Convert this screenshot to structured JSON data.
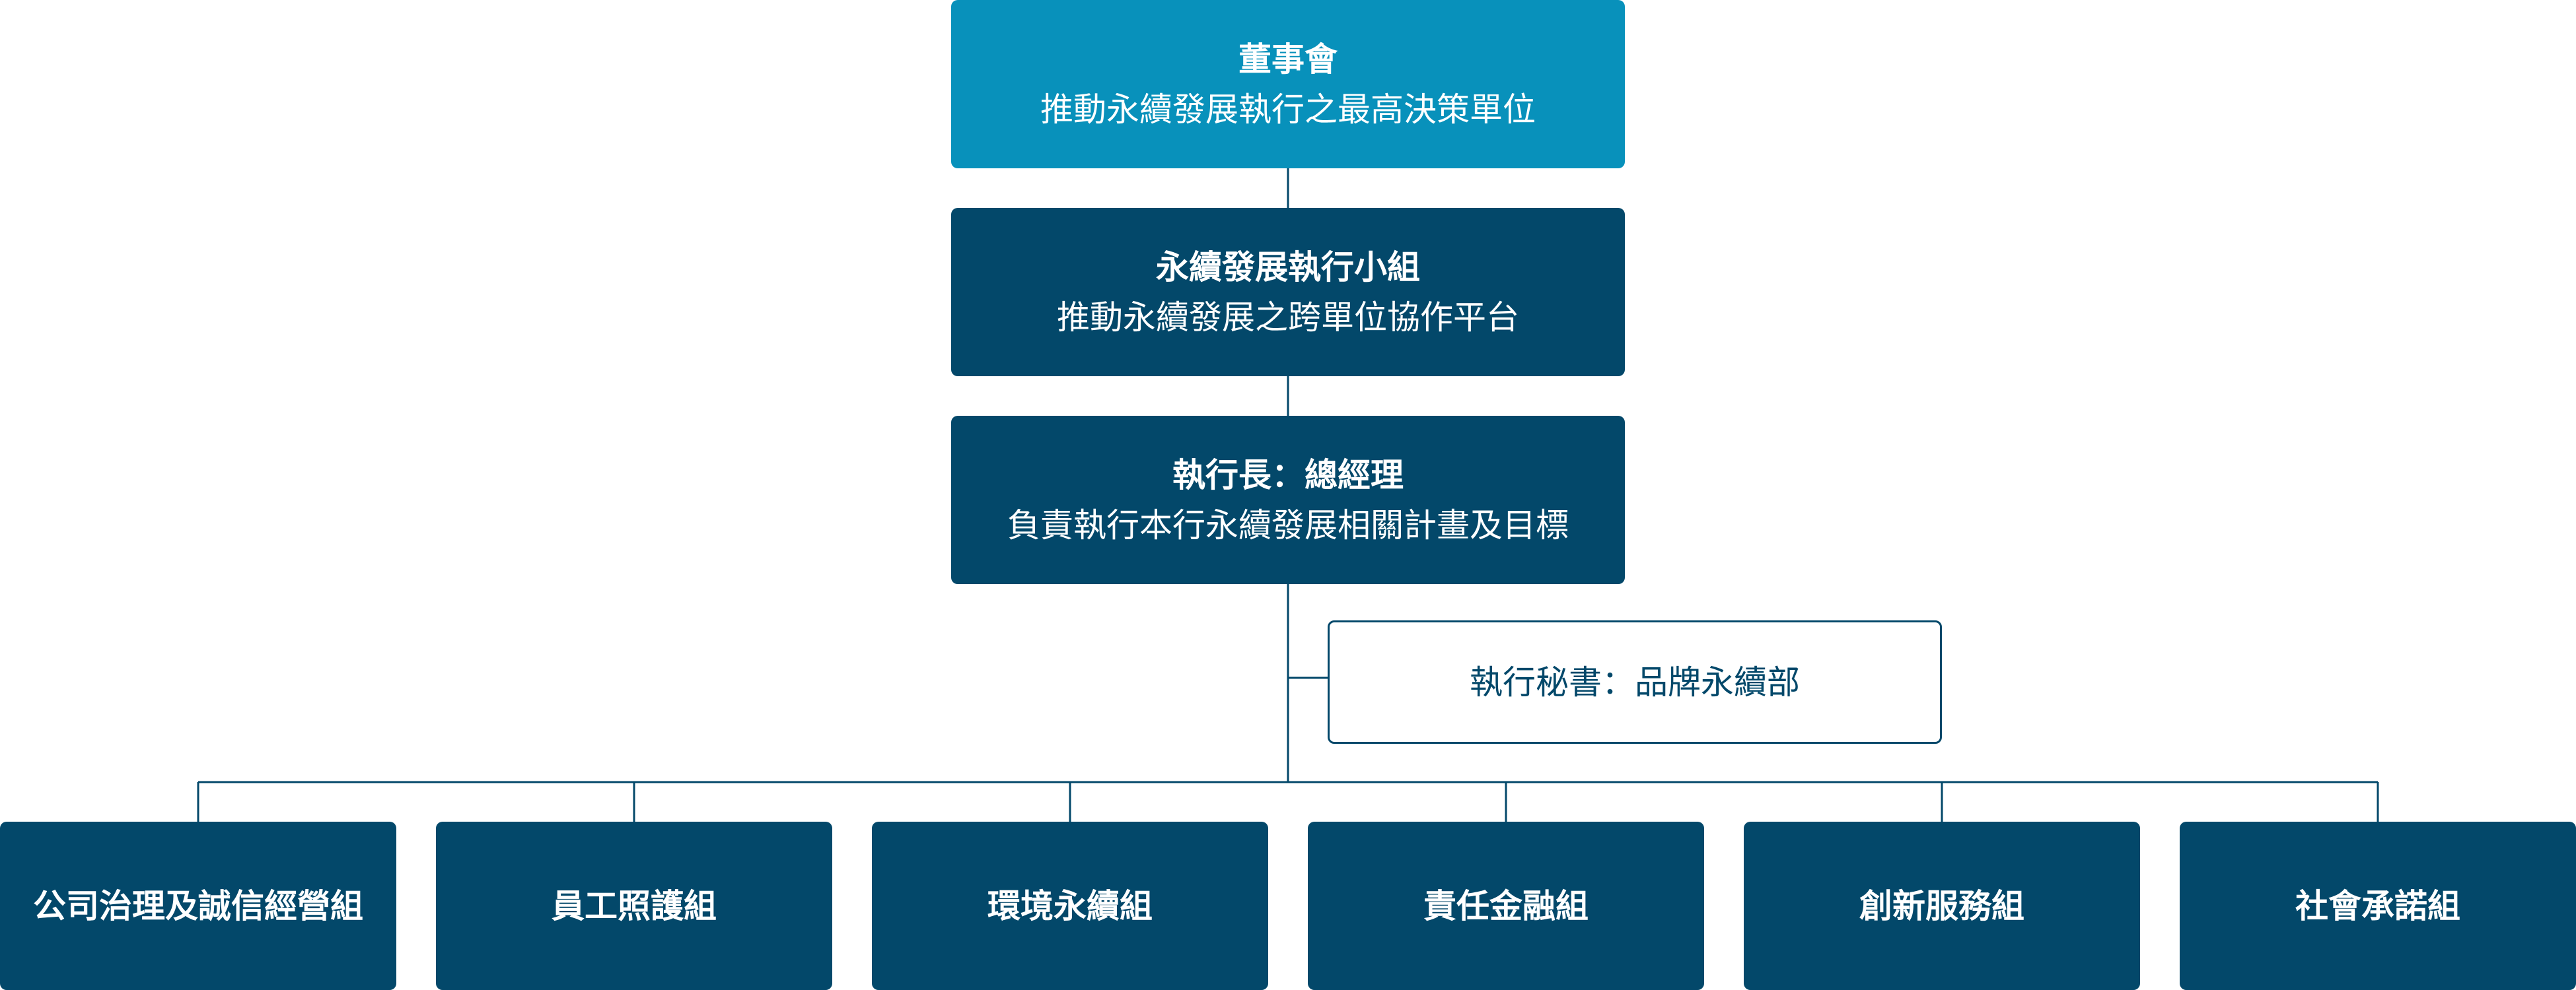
{
  "board": {
    "title": "董事會",
    "subtitle": "推動永續發展執行之最高決策單位"
  },
  "team": {
    "title": "永續發展執行小組",
    "subtitle": "推動永續發展之跨單位協作平台"
  },
  "ceo": {
    "title": "執行長：總經理",
    "subtitle": "負責執行本行永續發展相關計畫及目標"
  },
  "secretary": {
    "label": "執行秘書：品牌永續部"
  },
  "groups": [
    {
      "label": "公司治理及誠信經營組"
    },
    {
      "label": "員工照護組"
    },
    {
      "label": "環境永續組"
    },
    {
      "label": "責任金融組"
    },
    {
      "label": "創新服務組"
    },
    {
      "label": "社會承諾組"
    }
  ],
  "colors": {
    "board_bg": "#0891bb",
    "dark_bg": "#03486a",
    "line": "#03486a",
    "text_light": "#ffffff"
  }
}
